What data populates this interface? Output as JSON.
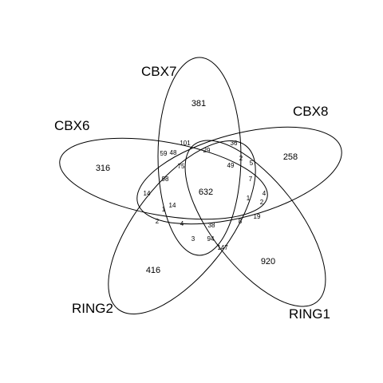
{
  "sets": {
    "cbx7": "CBX7",
    "cbx8": "CBX8",
    "cbx6": "CBX6",
    "ring2": "RING2",
    "ring1": "RING1"
  },
  "counts": {
    "cbx7_only": "381",
    "cbx8_only": "258",
    "cbx6_only": "316",
    "ring2_only": "416",
    "ring1_only": "920",
    "all_five": "632",
    "r101": "101",
    "r29": "29",
    "r36": "36",
    "r59": "59",
    "r48": "48",
    "r2": "2",
    "r5": "5",
    "r75": "75",
    "r49": "49",
    "r98": "98",
    "r7": "7",
    "r14a": "14",
    "r14b": "14",
    "r1a": "1",
    "r4a": "4",
    "r2b": "2",
    "r1b": "1",
    "r2c": "2",
    "r4b": "4",
    "r38": "38",
    "r8": "8",
    "r19": "19",
    "r3": "3",
    "r94": "94",
    "r147": "147"
  }
}
